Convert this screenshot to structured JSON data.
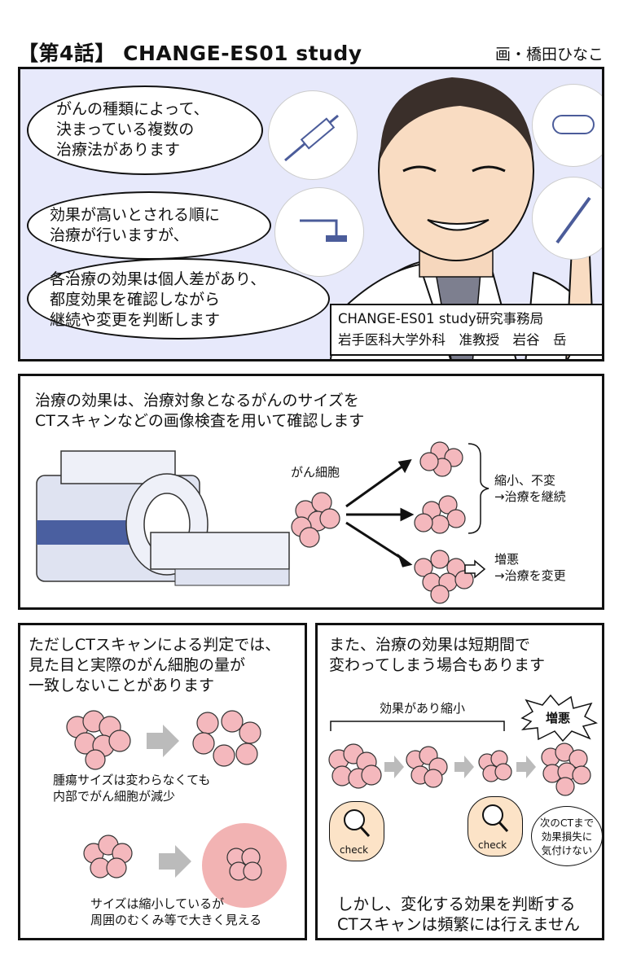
{
  "header": {
    "title": "【第4話】 CHANGE-ES01 study",
    "artist": "画・橋田ひなこ"
  },
  "panel1": {
    "bubble1": "がんの種類によって、\n決まっている複数の\n治療法があります",
    "bubble2": "効果が高いとされる順に\n治療が行いますが、",
    "bubble3": "各治療の効果は個人差があり、\n都度効果を確認しながら\n継続や変更を判断します",
    "caption_line1": "CHANGE-ES01 study研究事務局",
    "caption_line2": "岩手医科大学外科　准教授　岩谷　岳",
    "icons": [
      "syringe-icon",
      "pill-icon",
      "shower-icon",
      "scalpel-icon"
    ]
  },
  "panel2": {
    "text": "治療の効果は、治療対象となるがんのサイズを\nCTスキャンなどの画像検査を用いて確認します",
    "cell_label": "がん細胞",
    "result1": "縮小、不変\n→治療を継続",
    "result2": "増悪\n→治療を変更"
  },
  "panel3": {
    "text": "ただしCTスキャンによる判定では、\n見た目と実際のがん細胞の量が\n一致しないことがあります",
    "note1": "腫瘍サイズは変わらなくても\n内部でがん細胞が減少",
    "note2": "サイズは縮小しているが\n周囲のむくみ等で大きく見える"
  },
  "panel4": {
    "text": "また、治療の効果は短期間で\n変わってしまう場合もあります",
    "effect_label": "効果があり縮小",
    "burst_label": "増悪",
    "check_label": "check",
    "bubble": "次のCTまで\n効果損失に\n気付けない",
    "bottom": "しかし、変化する効果を判断する\nCTスキャンは頻繁には行えません"
  },
  "colors": {
    "cell_fill": "#f4b8bd",
    "panel1_bg": "#e7e9fb",
    "check_bg": "#fce3c7",
    "ct_blue": "#4a5fa0"
  }
}
